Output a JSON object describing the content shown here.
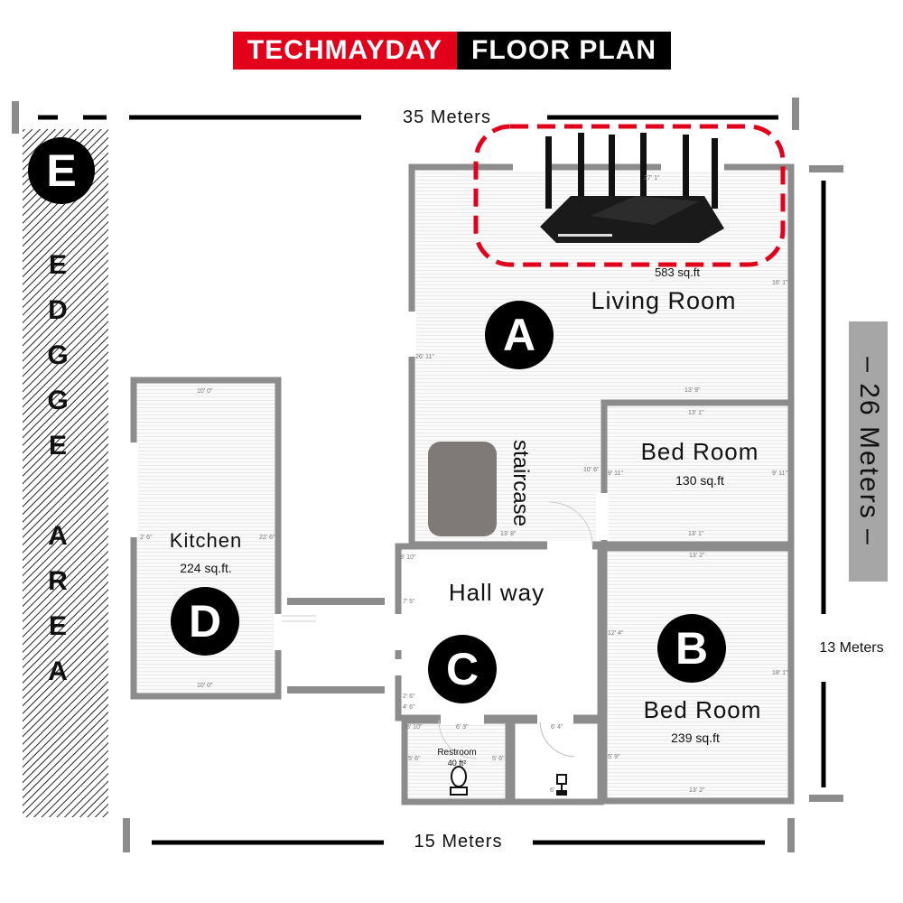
{
  "title": {
    "part1": "TECHMAYDAY",
    "part2": "FLOOR PLAN"
  },
  "dimensions": {
    "top": "35 Meters",
    "right_main": "– 26 Meters –",
    "right_secondary": "13 Meters",
    "bottom": "15 Meters"
  },
  "edge_area": {
    "badge": "E",
    "letters": [
      "E",
      "D",
      "G",
      "G",
      "E",
      "A",
      "R",
      "E",
      "A"
    ]
  },
  "rooms": {
    "living": {
      "badge": "A",
      "name": "Living Room",
      "area": "583 sq.ft"
    },
    "bed_top": {
      "name": "Bed Room",
      "area": "130 sq.ft"
    },
    "bed_bottom": {
      "badge": "B",
      "name": "Bed Room",
      "area": "239 sq.ft"
    },
    "hallway": {
      "badge": "C",
      "name": "Hall way"
    },
    "kitchen": {
      "badge": "D",
      "name": "Kitchen",
      "area": "224 sq.ft."
    },
    "restroom": {
      "name": "Restroom",
      "area": "40 ft²"
    },
    "staircase": {
      "name": "staircase"
    }
  },
  "plan_dims": {
    "living_top": "27' 1\"",
    "living_right": "16' 1\"",
    "living_left": "26' 11\"",
    "bed_top_width": "13' 9\"",
    "bed_top_inner_top": "13' 1\"",
    "bed_top_inner_bottom": "13' 1\"",
    "bed_top_left": "9' 11\"",
    "bed_top_right": "9' 11\"",
    "stair_wall": "10' 6\"",
    "stair_width": "13' 8\"",
    "bed_b_top": "13' 2\"",
    "bed_b_bottom": "13' 2\"",
    "bed_b_left": "12' 4\"",
    "bed_b_right": "18' 1\"",
    "kitchen_top": "10' 0\"",
    "kitchen_bottom": "10' 0\"",
    "kitchen_left": "2' 6\"",
    "kitchen_right": "22' 6\"",
    "hall_1": "9' 10\"",
    "hall_2": "7' 5\"",
    "hall_3": "2' 6\"",
    "hall_4": "4' 6\"",
    "hall_5": "8' 10\"",
    "rest_top": "6' 3\"",
    "rest_left": "5' 6\"",
    "rest_right": "5' 6\"",
    "closet_top": "6' 4\"",
    "closet_bottom": "6'",
    "bed_b_inner": "5' 9\""
  },
  "colors": {
    "accent_red": "#e3001b",
    "wall_gray": "#8c8c8c",
    "stair_gray": "#7f7a77",
    "dim_bar_gray": "#a6a6a6"
  },
  "icons": [
    "router-icon",
    "toilet-icon",
    "sink-icon"
  ]
}
